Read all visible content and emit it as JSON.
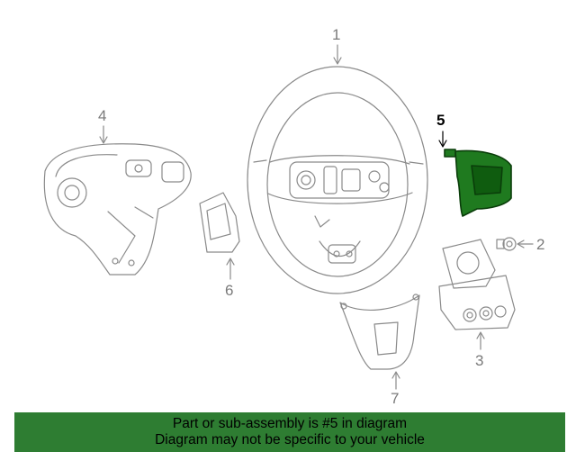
{
  "callouts": {
    "c1": "1",
    "c2": "2",
    "c3": "3",
    "c4": "4",
    "c5": "5",
    "c6": "6",
    "c7": "7"
  },
  "highlight_callout": "5",
  "banner": {
    "line1": "Part or sub-assembly is #5 in diagram",
    "line2": "Diagram may not be specific to your vehicle"
  },
  "colors": {
    "line": "#8a8a8a",
    "highlight_part": "#1f7a1f",
    "banner_bg": "#2e7d32",
    "banner_text": "#000000"
  }
}
